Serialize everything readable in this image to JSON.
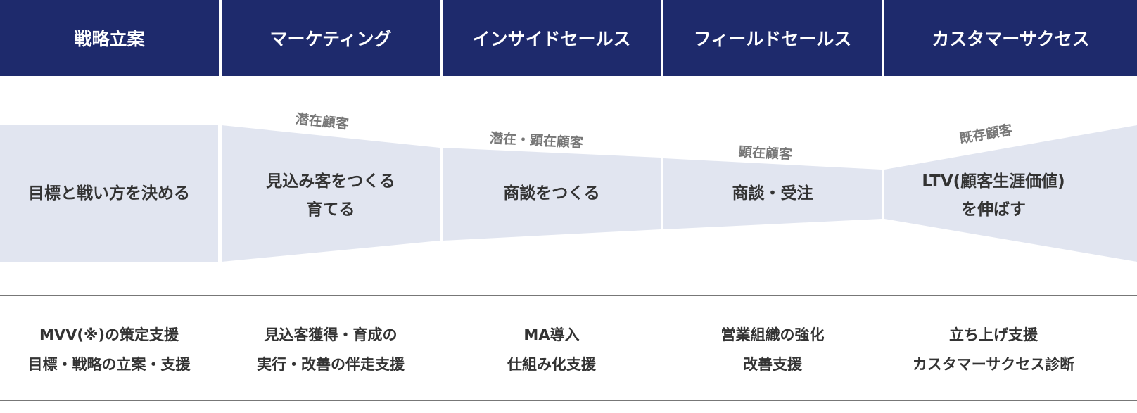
{
  "headers": [
    "戦略立案",
    "マーケティング",
    "インサイドセールス",
    "フィールドセールス",
    "カスタマーサクセス"
  ],
  "stages": [
    {
      "tag": "",
      "lines": [
        "目標と戦い方を決める"
      ]
    },
    {
      "tag": "潜在顧客",
      "lines": [
        "見込み客をつくる",
        "育てる"
      ]
    },
    {
      "tag": "潜在・顕在顧客",
      "lines": [
        "商談をつくる"
      ]
    },
    {
      "tag": "顕在顧客",
      "lines": [
        "商談・受注"
      ]
    },
    {
      "tag": "既存顧客",
      "lines": [
        "LTV(顧客生涯価値)",
        "を伸ばす"
      ]
    }
  ],
  "services": [
    [
      "MVV(※)の策定支援",
      "目標・戦略の立案・支援"
    ],
    [
      "見込客獲得・育成の",
      "実行・改善の伴走支援"
    ],
    [
      "MA導入",
      "仕組み化支援"
    ],
    [
      "営業組織の強化",
      "改善支援"
    ],
    [
      "立ち上げ支援",
      "カスタマーサクセス診断"
    ]
  ],
  "colors": {
    "header": "#1e2a6c",
    "panel": "#e1e5f0"
  }
}
